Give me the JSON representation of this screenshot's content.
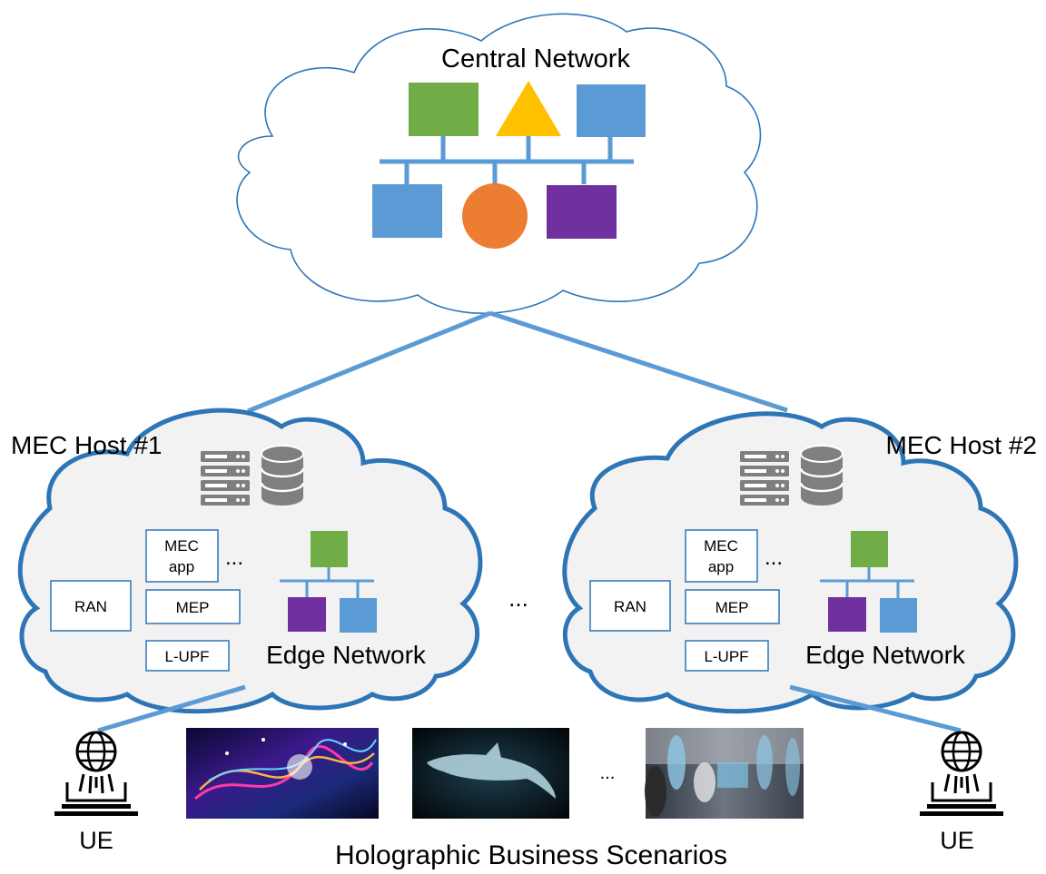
{
  "central": {
    "title": "Central Network"
  },
  "hosts": [
    {
      "title": "MEC Host #1",
      "mec_app": [
        "MEC",
        "app"
      ],
      "dots": "...",
      "ran": "RAN",
      "mep": "MEP",
      "lupf": "L-UPF",
      "edge": "Edge Network"
    },
    {
      "title": "MEC Host #2",
      "mec_app": [
        "MEC",
        "app"
      ],
      "dots": "...",
      "ran": "RAN",
      "mep": "MEP",
      "lupf": "L-UPF",
      "edge": "Edge Network"
    }
  ],
  "middle_dots": "...",
  "ue_left": "UE",
  "ue_right": "UE",
  "scenario_dots": "...",
  "footer": "Holographic Business Scenarios",
  "colors": {
    "green": "#70AD47",
    "yellow": "#FFC000",
    "blue": "#5B9BD5",
    "orange": "#ED7D31",
    "purple": "#7030A0",
    "line": "#5B9BD5",
    "cloud_stroke_edge": "#2E75B6",
    "cloud_fill_edge": "#F2F2F2"
  },
  "icons": [
    "server-rack-icon",
    "database-icon",
    "hologram-projector-icon"
  ]
}
